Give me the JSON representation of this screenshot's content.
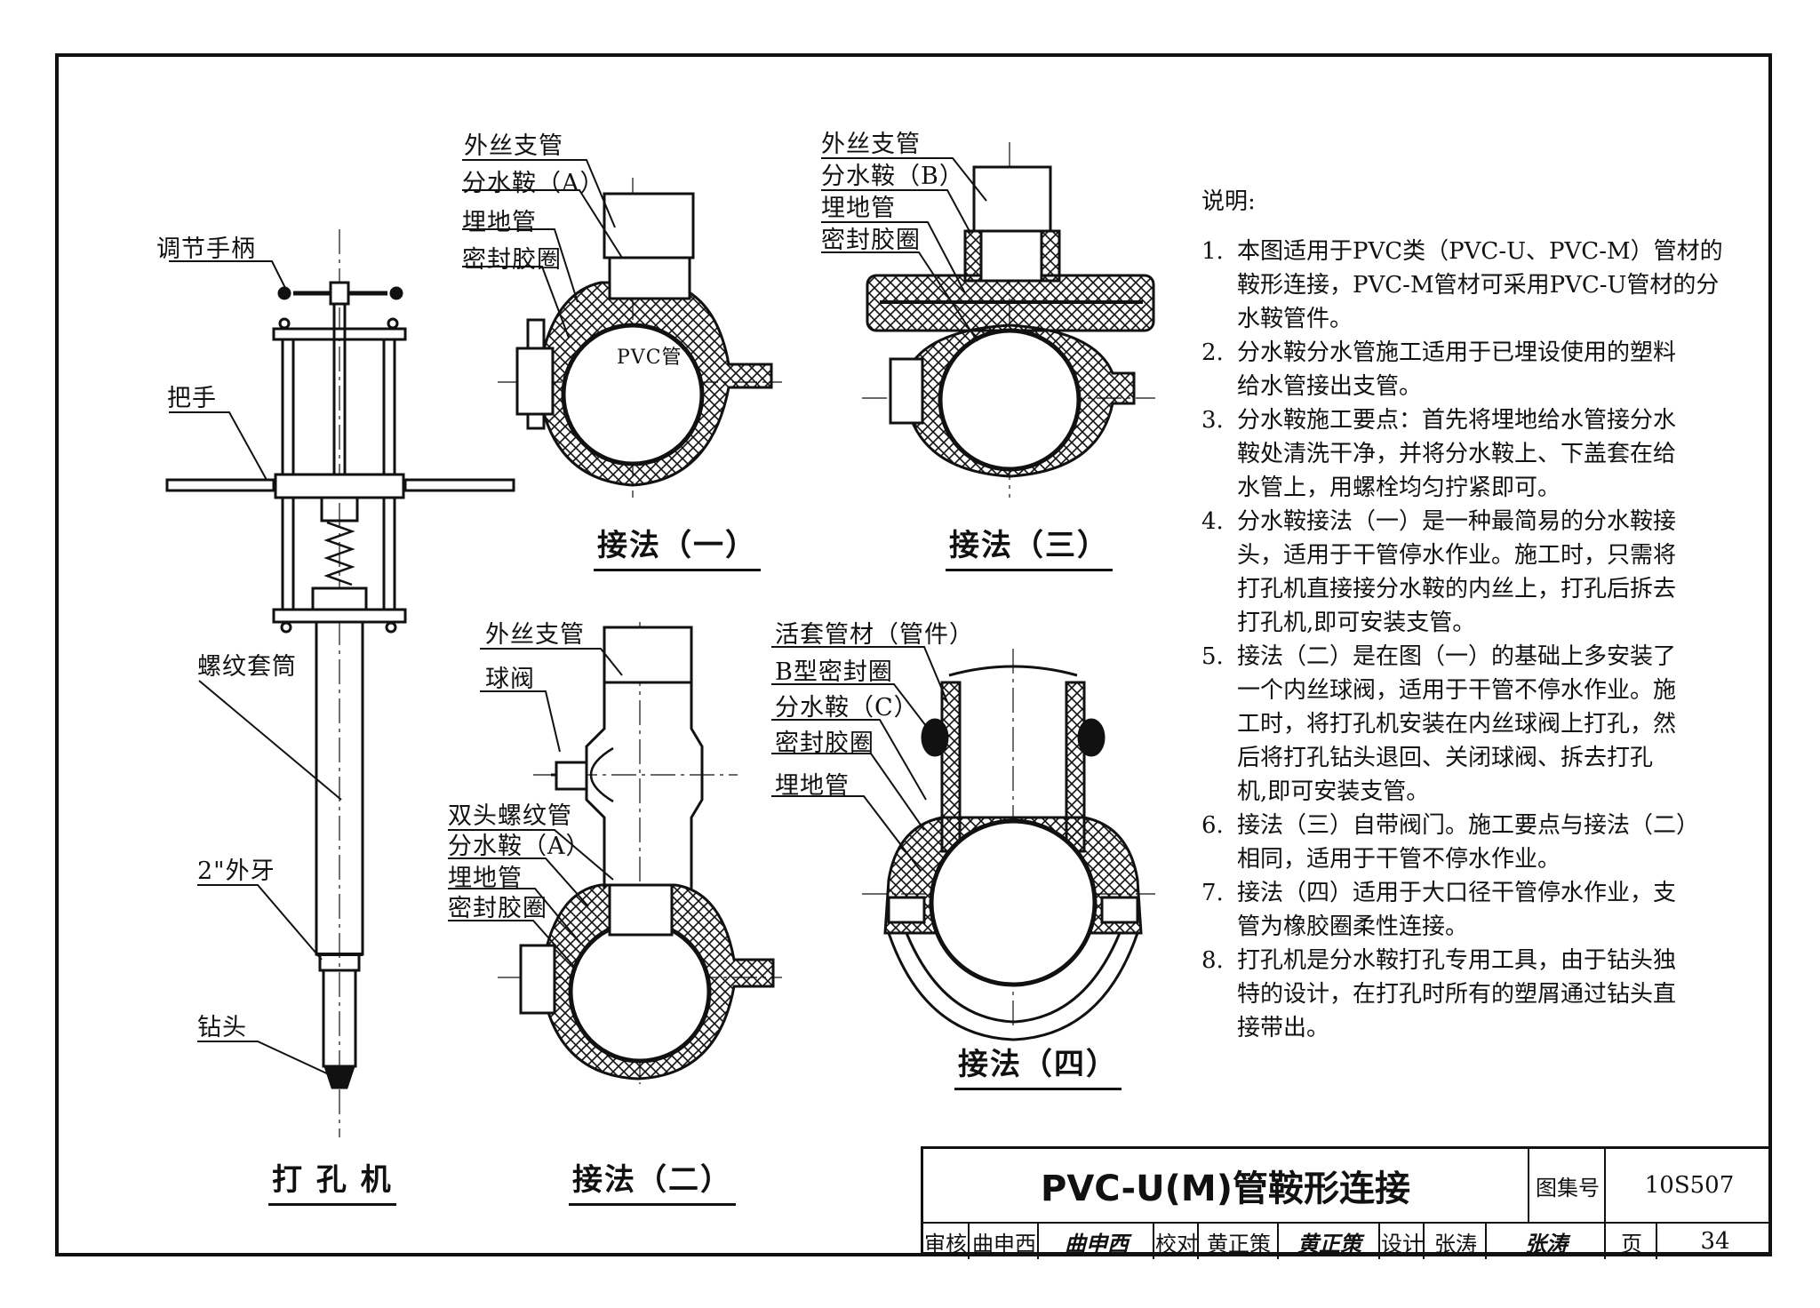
{
  "machine": {
    "labels": [
      "调节手柄",
      "把手",
      "螺纹套筒",
      "2\"外牙",
      "钻头"
    ],
    "caption": "打 孔 机"
  },
  "method1": {
    "labels": [
      "外丝支管",
      "分水鞍（A）",
      "埋地管",
      "密封胶圈"
    ],
    "pipe_label": "PVC管",
    "caption": "接法（一）"
  },
  "method3": {
    "labels": [
      "外丝支管",
      "分水鞍（B）",
      "埋地管",
      "密封胶圈"
    ],
    "caption": "接法（三）"
  },
  "method2": {
    "labels": [
      "外丝支管",
      "球阀",
      "双头螺纹管",
      "分水鞍（A）",
      "埋地管",
      "密封胶圈"
    ],
    "caption": "接法（二）"
  },
  "method4": {
    "labels": [
      "活套管材（管件）",
      "B型密封圈",
      "分水鞍（C）",
      "密封胶圈",
      "埋地管"
    ],
    "caption": "接法（四）"
  },
  "notes": {
    "heading": "说明:",
    "items": [
      {
        "n": "1.",
        "lines": [
          "本图适用于PVC类（PVC-U、PVC-M）管材的",
          "鞍形连接，PVC-M管材可采用PVC-U管材的分",
          "水鞍管件。"
        ]
      },
      {
        "n": "2.",
        "lines": [
          "分水鞍分水管施工适用于已埋设使用的塑料",
          "给水管接出支管。"
        ]
      },
      {
        "n": "3.",
        "lines": [
          "分水鞍施工要点：首先将埋地给水管接分水",
          "鞍处清洗干净，并将分水鞍上、下盖套在给",
          "水管上，用螺栓均匀拧紧即可。"
        ]
      },
      {
        "n": "4.",
        "lines": [
          "分水鞍接法（一）是一种最简易的分水鞍接",
          "头，适用于干管停水作业。施工时，只需将",
          "打孔机直接接分水鞍的内丝上，打孔后拆去",
          "打孔机,即可安装支管。"
        ]
      },
      {
        "n": "5.",
        "lines": [
          "接法（二）是在图（一）的基础上多安装了",
          "一个内丝球阀，适用于干管不停水作业。施",
          "工时，将打孔机安装在内丝球阀上打孔，然",
          "后将打孔钻头退回、关闭球阀、拆去打孔",
          "机,即可安装支管。"
        ]
      },
      {
        "n": "6.",
        "lines": [
          "接法（三）自带阀门。施工要点与接法（二）",
          "相同，适用于干管不停水作业。"
        ]
      },
      {
        "n": "7.",
        "lines": [
          "接法（四）适用于大口径干管停水作业，支",
          "管为橡胶圈柔性连接。"
        ]
      },
      {
        "n": "8.",
        "lines": [
          "打孔机是分水鞍打孔专用工具，由于钻头独",
          "特的设计，在打孔时所有的塑屑通过钻头直",
          "接带出。"
        ]
      }
    ]
  },
  "titleblock": {
    "title": "PVC-U(M)管鞍形连接",
    "atlas_label": "图集号",
    "atlas_no": "10S507",
    "review_label": "审核",
    "reviewer": "曲申西",
    "review_sign": "曲申西",
    "check_label": "校对",
    "checker": "黄正策",
    "check_sign": "黄正策",
    "design_label": "设计",
    "designer": "张涛",
    "design_sign": "张涛",
    "page_label": "页",
    "page_no": "34"
  }
}
